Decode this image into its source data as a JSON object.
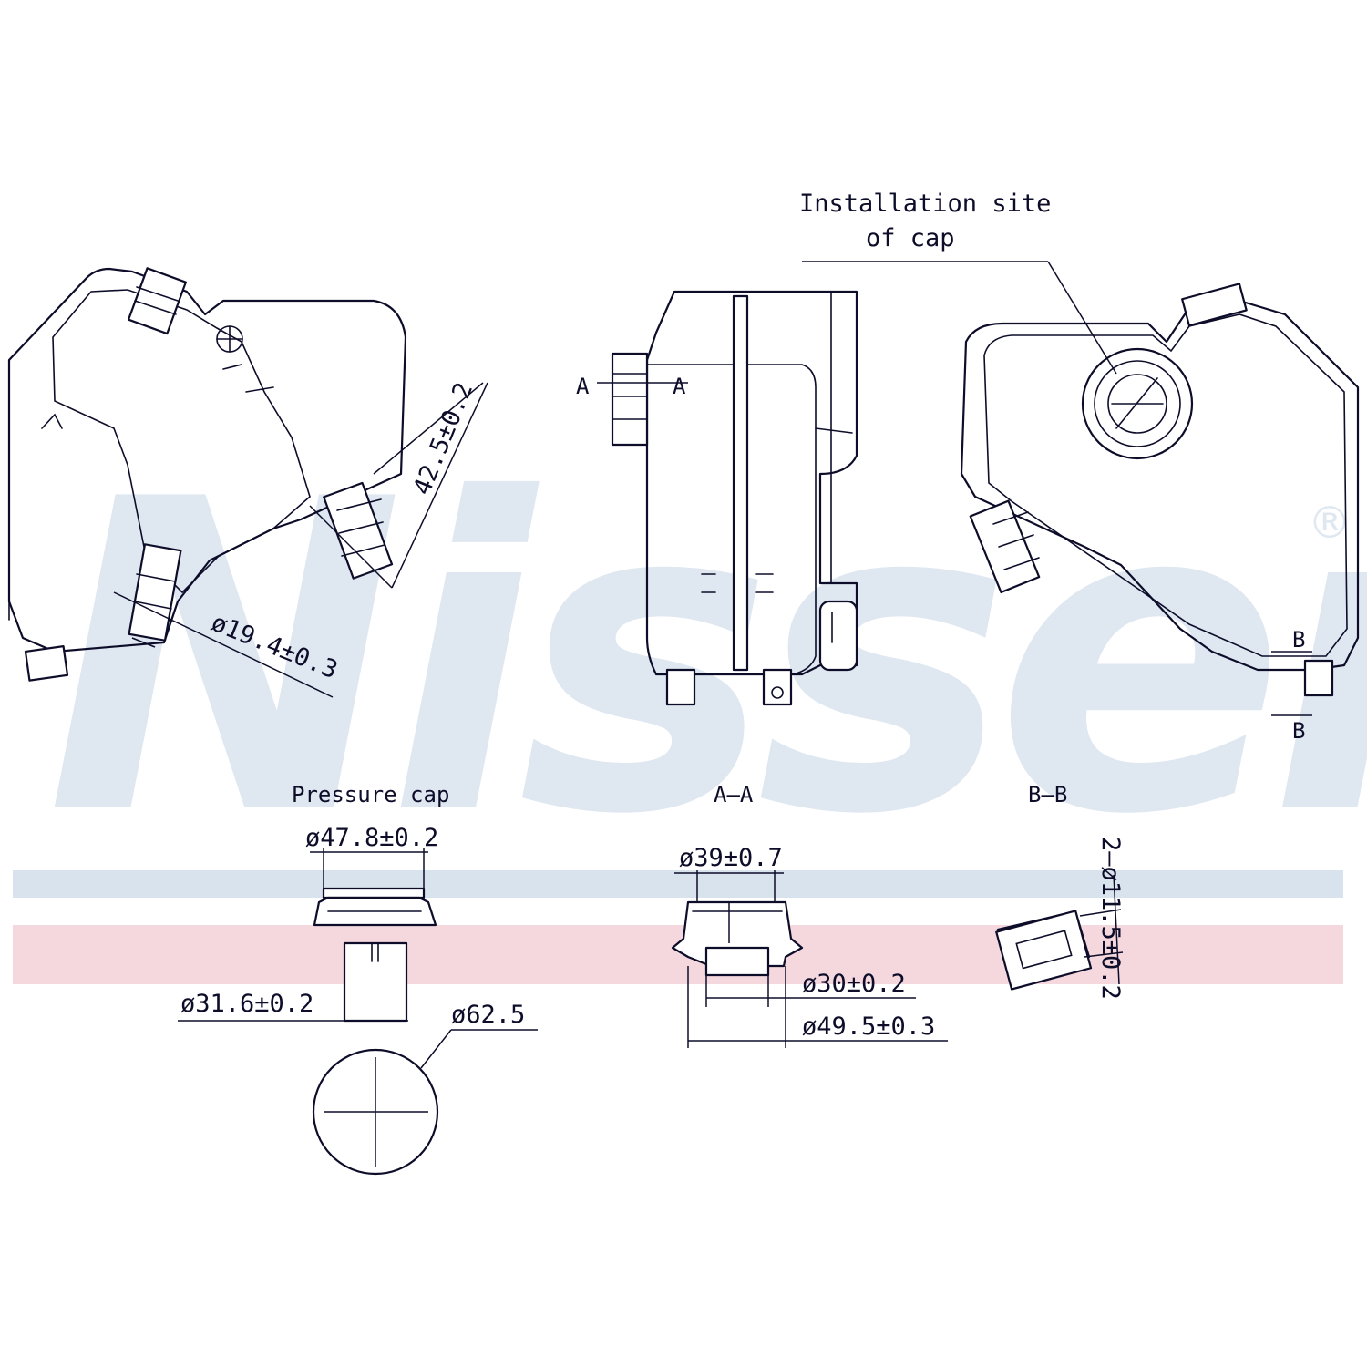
{
  "watermark": {
    "brand": "Nissens",
    "registered_mark": "®",
    "band_blue": "#d9e3ee",
    "band_pink": "#f4d8de"
  },
  "views": {
    "callout": [
      "Installation site",
      "of cap"
    ],
    "section_marks": {
      "a_left": "A",
      "a_right": "A",
      "b_top": "B",
      "b_bottom": "B"
    }
  },
  "captions": {
    "pressure_cap": "Pressure cap",
    "section_aa": "A–A",
    "section_bb": "B–B"
  },
  "dimensions": {
    "hose_height": "42.5±0.2",
    "hose_diameter": "ø19.4±0.3",
    "cap_top": "ø47.8±0.2",
    "cap_stem": "ø31.6±0.2",
    "cap_face": "ø62.5",
    "aa_top": "ø39±0.7",
    "aa_inner": "ø30±0.2",
    "aa_outer": "ø49.5±0.3",
    "bb_holes": "2–ø11.5±0.2"
  }
}
